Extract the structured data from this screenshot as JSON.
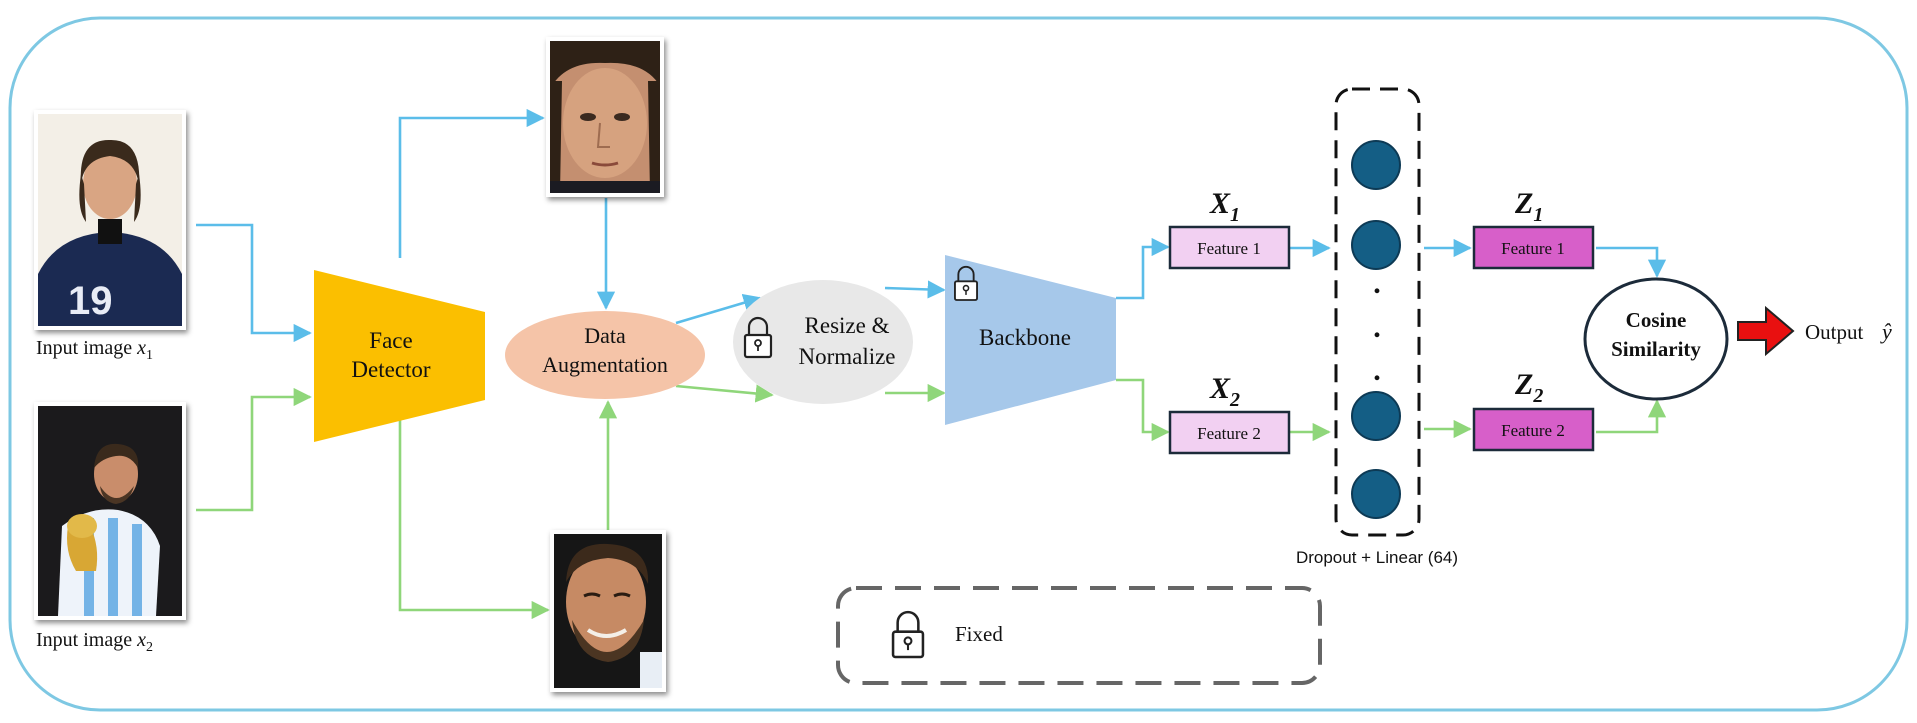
{
  "inputs": {
    "label1": "Input image ",
    "var1": "x",
    "sub1": "1",
    "label2": "Input image ",
    "var2": "x",
    "sub2": "2"
  },
  "face_detector": {
    "line1": "Face",
    "line2": "Detector"
  },
  "augmentation": {
    "line1": "Data",
    "line2": "Augmentation"
  },
  "resize": {
    "line1": "Resize &",
    "line2": "Normalize"
  },
  "backbone": {
    "label": "Backbone"
  },
  "features_x": {
    "sym1": "X",
    "sub1": "1",
    "box1": "Feature 1",
    "sym2": "X",
    "sub2": "2",
    "box2": "Feature 2"
  },
  "projection": {
    "caption": "Dropout + Linear (64)",
    "dots": ".",
    "node_count": 4
  },
  "features_z": {
    "sym1": "Z",
    "sub1": "1",
    "box1": "Feature 1",
    "sym2": "Z",
    "sub2": "2",
    "box2": "Feature 2"
  },
  "similarity": {
    "line1": "Cosine",
    "line2": "Similarity"
  },
  "output": {
    "label": "Output",
    "symbol": "ŷ"
  },
  "legend": {
    "label": "Fixed"
  },
  "colors": {
    "border": "#7ec8e3",
    "path1": "#5bbde9",
    "path2": "#8fd67a",
    "face_detector": "#fbbf00",
    "augmentation": "#f5c4a8",
    "resize": "#e8e8e8",
    "backbone": "#a6c8ea",
    "feature_x": "#f2d0f2",
    "feature_z": "#d75fc9",
    "node": "#145e85",
    "output_arrow": "#e91010"
  },
  "icons": [
    "lock-icon",
    "output-arrow-icon"
  ]
}
